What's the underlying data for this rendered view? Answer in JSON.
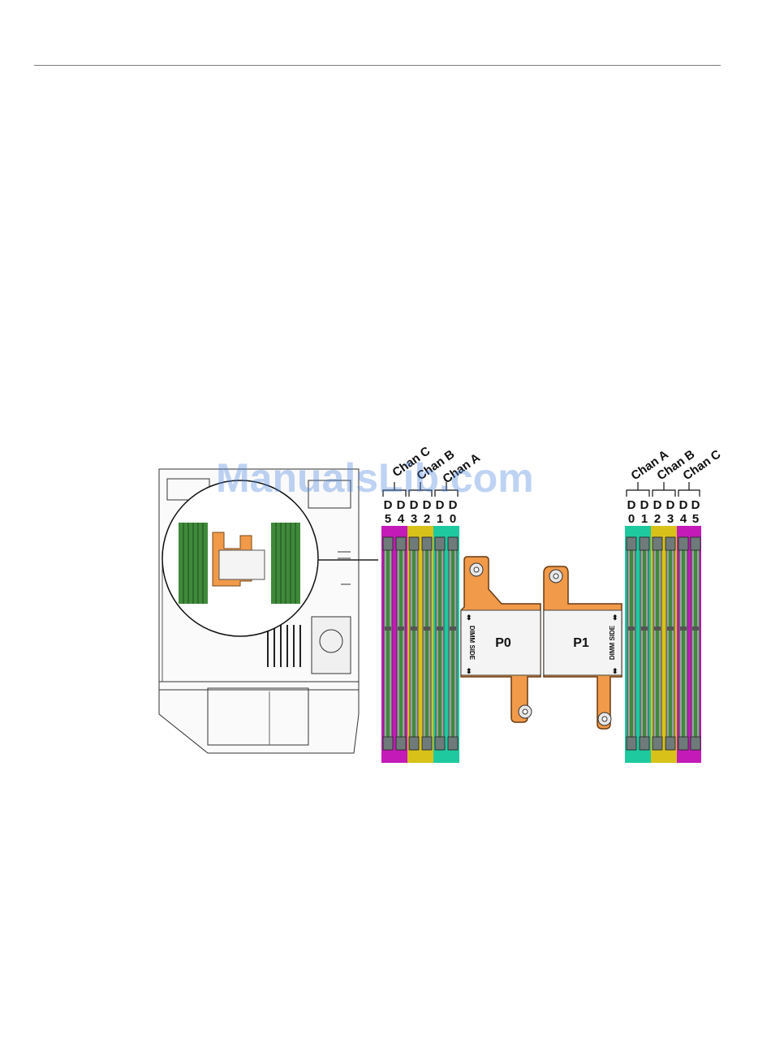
{
  "watermark": "ManualsLib.com",
  "colors": {
    "chan_a": "#1fc9a0",
    "chan_b": "#d8c21a",
    "chan_c": "#c41ab8",
    "heatsink": "#f09a4a",
    "dimm_green": "#3f8a3a"
  },
  "left_bank": {
    "channels": [
      "Chan C",
      "Chan B",
      "Chan A"
    ],
    "dimm_letters": [
      "D",
      "D",
      "D",
      "D",
      "D",
      "D"
    ],
    "dimm_numbers": [
      "5",
      "4",
      "3",
      "2",
      "1",
      "0"
    ]
  },
  "right_bank": {
    "channels": [
      "Chan A",
      "Chan B",
      "Chan C"
    ],
    "dimm_letters": [
      "D",
      "D",
      "D",
      "D",
      "D",
      "D"
    ],
    "dimm_numbers": [
      "0",
      "1",
      "2",
      "3",
      "4",
      "5"
    ]
  },
  "processors": {
    "p0": "P0",
    "p1": "P1",
    "dimm_side": "DIMM SIDE"
  }
}
